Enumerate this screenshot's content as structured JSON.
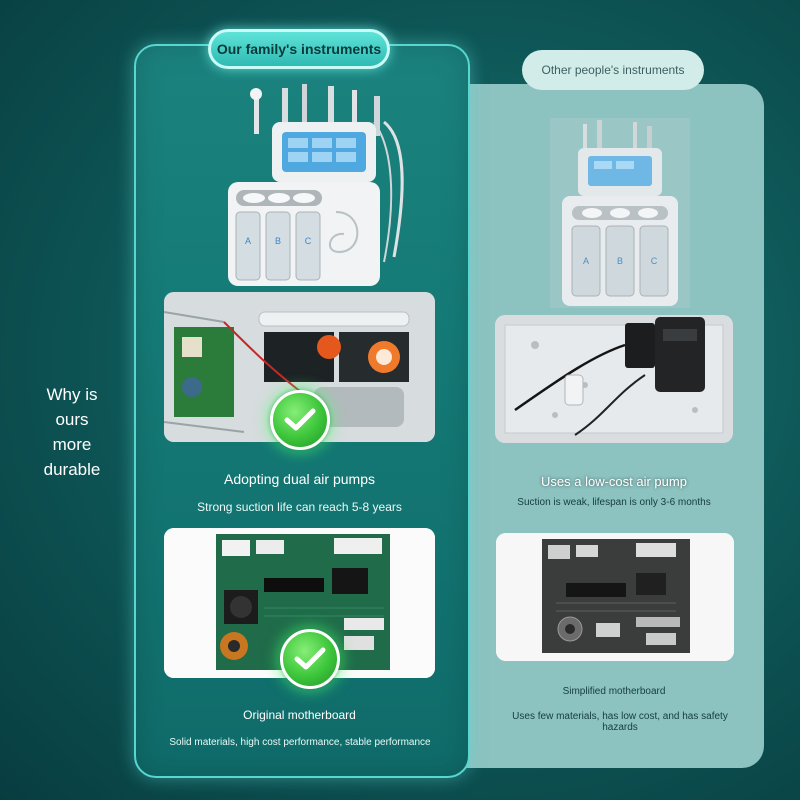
{
  "side_label": {
    "line1": "Why is",
    "line2": "ours",
    "line3": "more",
    "line4": "durable"
  },
  "ours": {
    "title": "Our family's instruments",
    "feature1_title": "Adopting dual air pumps",
    "feature1_desc": "Strong suction life can reach 5-8 years",
    "feature2_title": "Original motherboard",
    "feature2_desc": "Solid materials, high cost performance, stable performance"
  },
  "others": {
    "title": "Other people's instruments",
    "feature1_title": "Uses a low-cost air pump",
    "feature1_desc": "Suction is weak, lifespan is only 3-6 months",
    "feature2_title": "Simplified motherboard",
    "feature2_desc": "Uses few materials, has low cost, and has safety hazards"
  },
  "machine_labels": [
    "A",
    "B",
    "C"
  ],
  "colors": {
    "accent": "#58d6cf",
    "check_green": "#3cc53a",
    "board_green": "#1f6b4a"
  },
  "icons": [
    "check-icon"
  ]
}
